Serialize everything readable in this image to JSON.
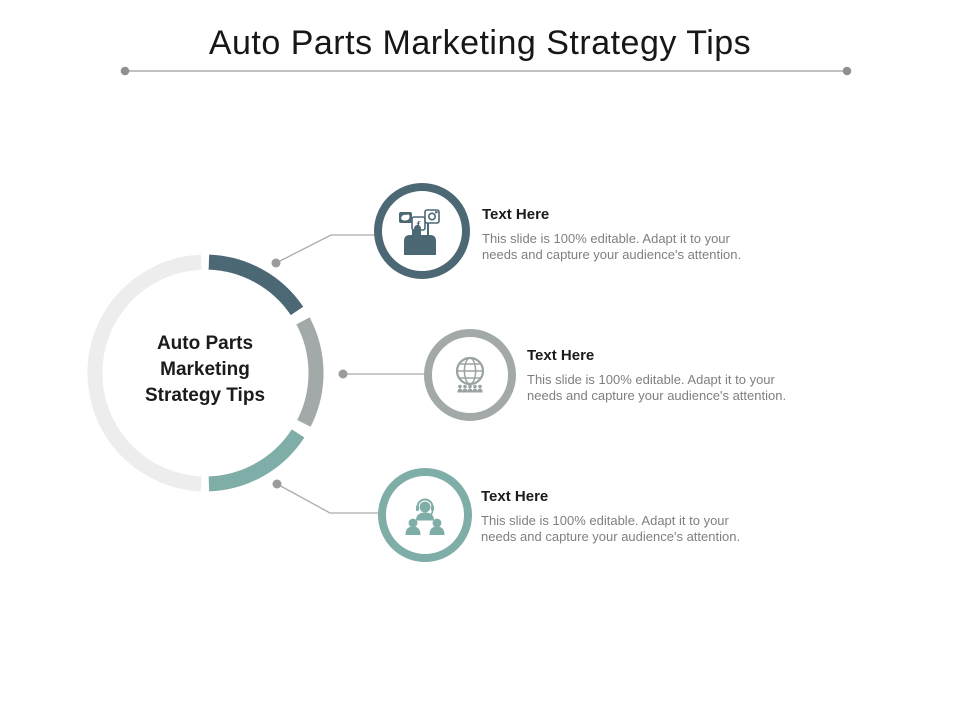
{
  "slide": {
    "title": "Auto Parts Marketing Strategy Tips",
    "center_label": "Auto Parts Marketing Strategy Tips"
  },
  "items": [
    {
      "heading": "Text Here",
      "body": "This slide is 100% editable. Adapt it to your needs and capture your audience's attention.",
      "icon": "social-media-hand-icon",
      "color": "#4c6874"
    },
    {
      "heading": "Text Here",
      "body": "This slide is 100% editable. Adapt it to your needs and capture your audience's attention.",
      "icon": "globe-people-icon",
      "color": "#a2a9a8"
    },
    {
      "heading": "Text Here",
      "body": "This slide is 100% editable. Adapt it to your needs and capture your audience's attention.",
      "icon": "support-team-icon",
      "color": "#7fada7"
    }
  ],
  "colors": {
    "arc_dark_slate": "#4c6874",
    "arc_gray": "#a2a9a8",
    "arc_teal": "#7fada7",
    "ring_light": "#ededed",
    "connector_line": "#ababab",
    "connector_dot": "#9b9b9b",
    "title_text": "#171717",
    "body_text": "#7f7f7f"
  }
}
